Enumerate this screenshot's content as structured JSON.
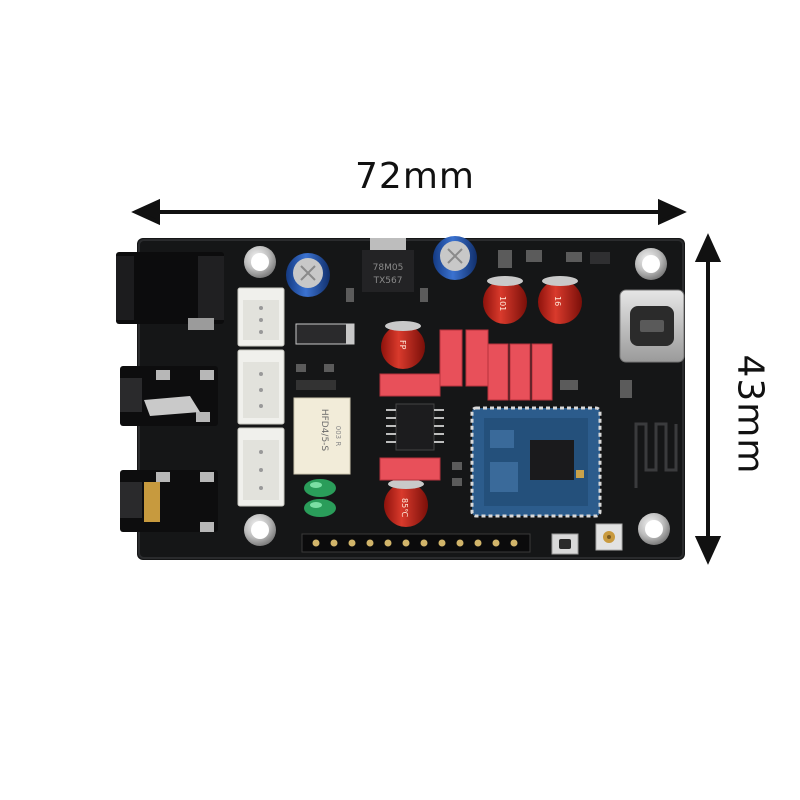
{
  "dimensions": {
    "width_label": "72mm",
    "height_label": "43mm"
  },
  "components": {
    "regulator_text": [
      "78M05",
      "TX567"
    ],
    "relay_text": [
      "HFD4/5-S",
      "003 R"
    ],
    "cap_text": [
      "FP",
      "85℃",
      "101",
      "16"
    ]
  },
  "colors": {
    "pcb": "#151617",
    "capacitor_red": "#c82218",
    "capacitor_blue": "#1f4fa8",
    "film_cap": "#e8505a",
    "module": "#2c5c8c",
    "connector": "#f0f0ec",
    "dimension_line": "#111111"
  }
}
